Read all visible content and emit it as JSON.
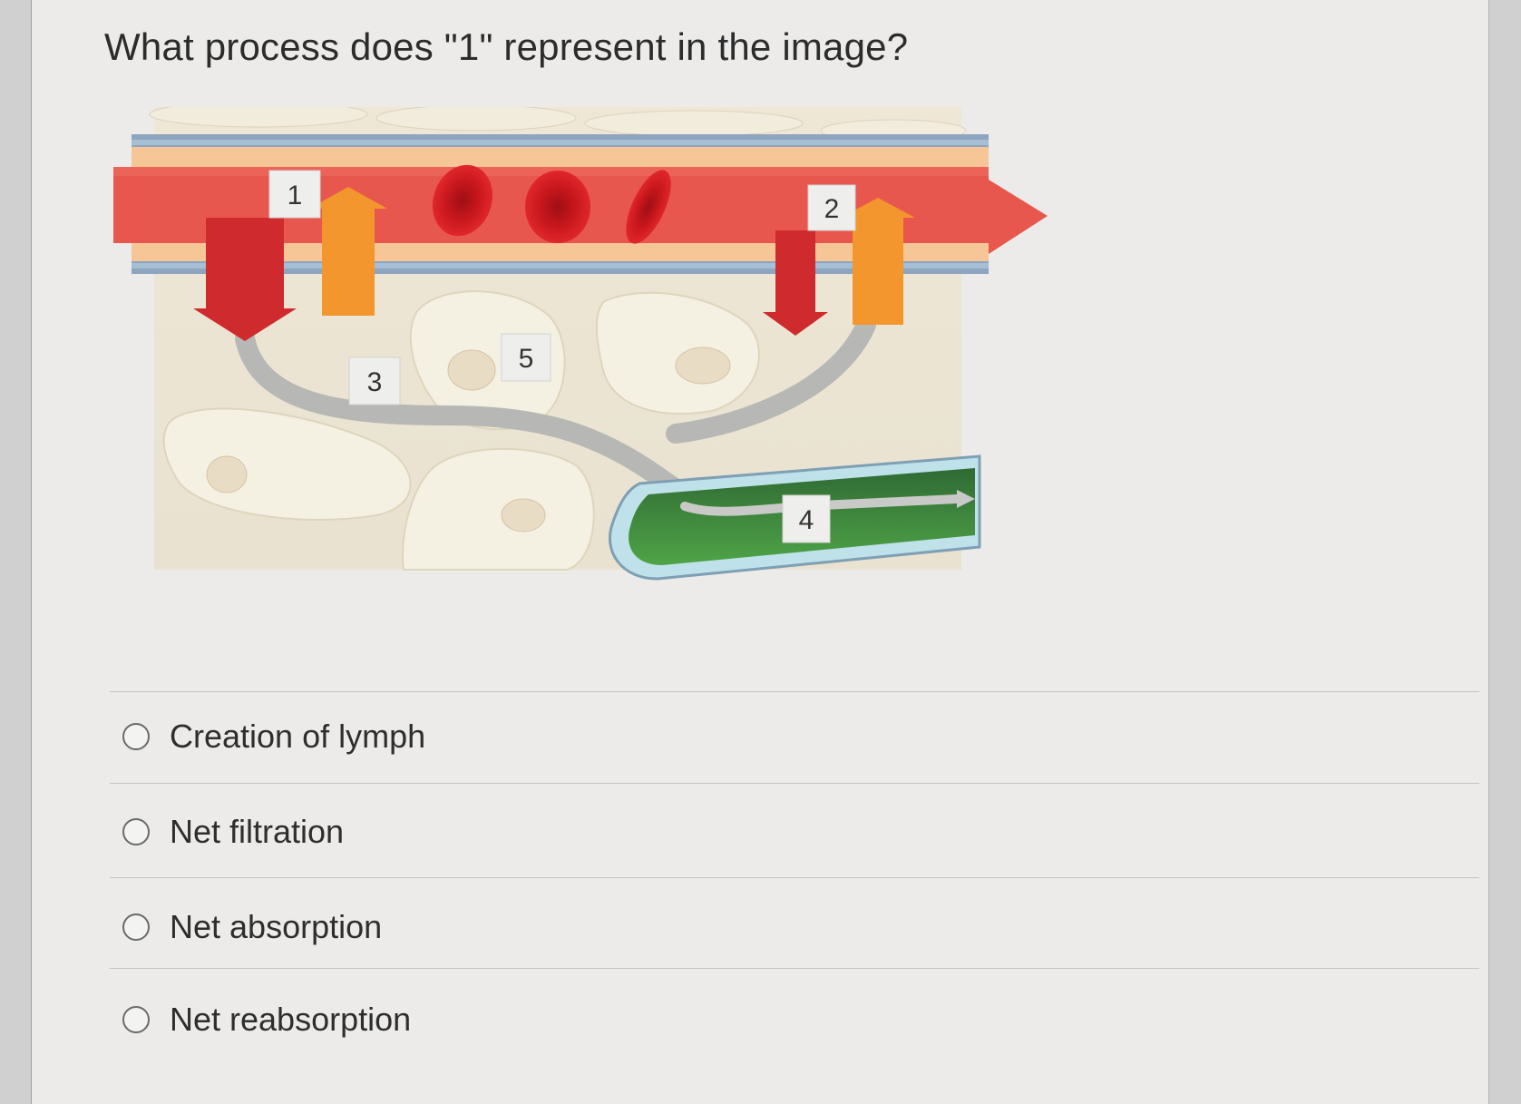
{
  "question": {
    "text": "What process does \"1\" represent in the image?"
  },
  "figure": {
    "labels": {
      "l1": "1",
      "l2": "2",
      "l3": "3",
      "l4": "4",
      "l5": "5"
    }
  },
  "options": [
    {
      "label": "Creation of lymph",
      "selected": false
    },
    {
      "label": "Net filtration",
      "selected": false
    },
    {
      "label": "Net absorption",
      "selected": false
    },
    {
      "label": "Net reabsorption",
      "selected": false
    }
  ]
}
